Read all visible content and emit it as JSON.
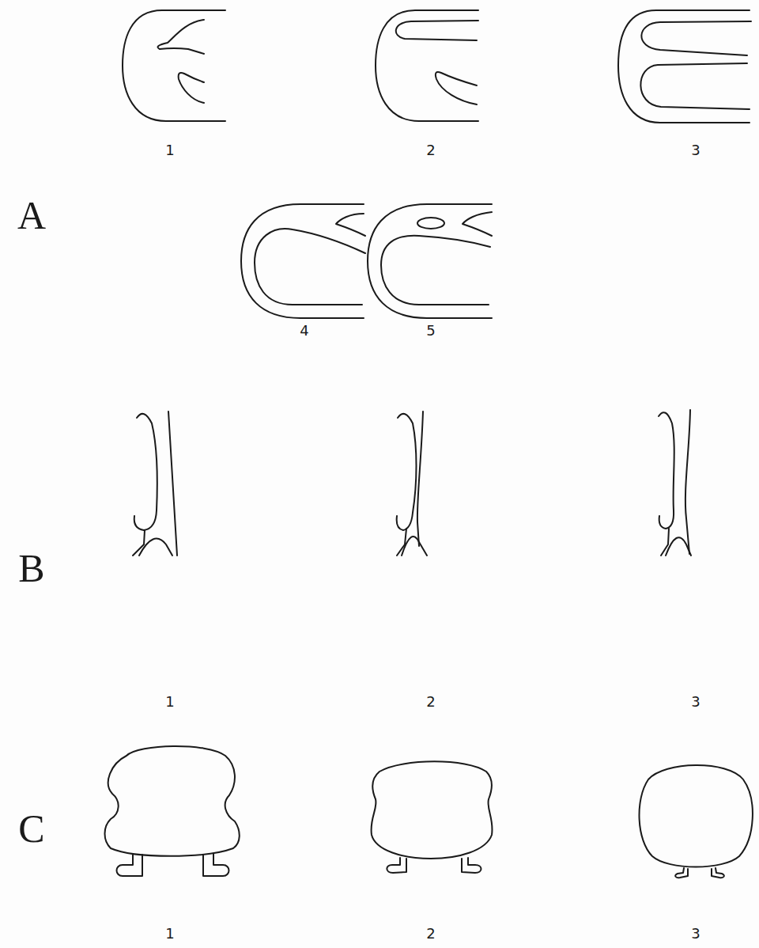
{
  "diagram": {
    "labels": [
      "1",
      "2",
      "3",
      "A",
      "4",
      "5",
      "B",
      "1",
      "2",
      "3",
      "C",
      "1",
      "2",
      "3"
    ]
  }
}
